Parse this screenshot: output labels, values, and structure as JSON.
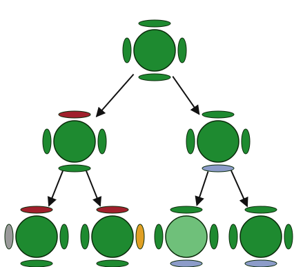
{
  "diagram": {
    "colors": {
      "background": "#ffffff",
      "body": "#1e8a30",
      "body_light": "#6fc07a",
      "outline": "#0a2a0a",
      "arrow": "#111111"
    },
    "nodes": [
      {
        "id": "root",
        "level": 0,
        "parent": null,
        "body": "body",
        "top": "#1e8a30",
        "bottom": "#1e8a30",
        "left": "#1e8a30",
        "right": "#1e8a30"
      },
      {
        "id": "left-child",
        "level": 1,
        "parent": "root",
        "body": "body",
        "top": "#a0202c",
        "bottom": "#1e8a30",
        "left": "#1e8a30",
        "right": "#1e8a30"
      },
      {
        "id": "right-child",
        "level": 1,
        "parent": "root",
        "body": "body",
        "top": "#1e8a30",
        "bottom": "#8c9cc9",
        "left": "#1e8a30",
        "right": "#1e8a30"
      },
      {
        "id": "leaf-1",
        "level": 2,
        "parent": "left-child",
        "body": "body",
        "top": "#a0202c",
        "bottom": "#1e8a30",
        "left": "#9a9a9a",
        "right": "#1e8a30"
      },
      {
        "id": "leaf-2",
        "level": 2,
        "parent": "left-child",
        "body": "body",
        "top": "#a0202c",
        "bottom": "#1e8a30",
        "left": "#1e8a30",
        "right": "#e0a024"
      },
      {
        "id": "leaf-3",
        "level": 2,
        "parent": "right-child",
        "body": "body_light",
        "top": "#1e8a30",
        "bottom": "#8c9cc9",
        "left": "#1e8a30",
        "right": "#1e8a30"
      },
      {
        "id": "leaf-4",
        "level": 2,
        "parent": "right-child",
        "body": "body",
        "top": "#1e8a30",
        "bottom": "#8c9cc9",
        "left": "#1e8a30",
        "right": "#1e8a30"
      }
    ]
  }
}
